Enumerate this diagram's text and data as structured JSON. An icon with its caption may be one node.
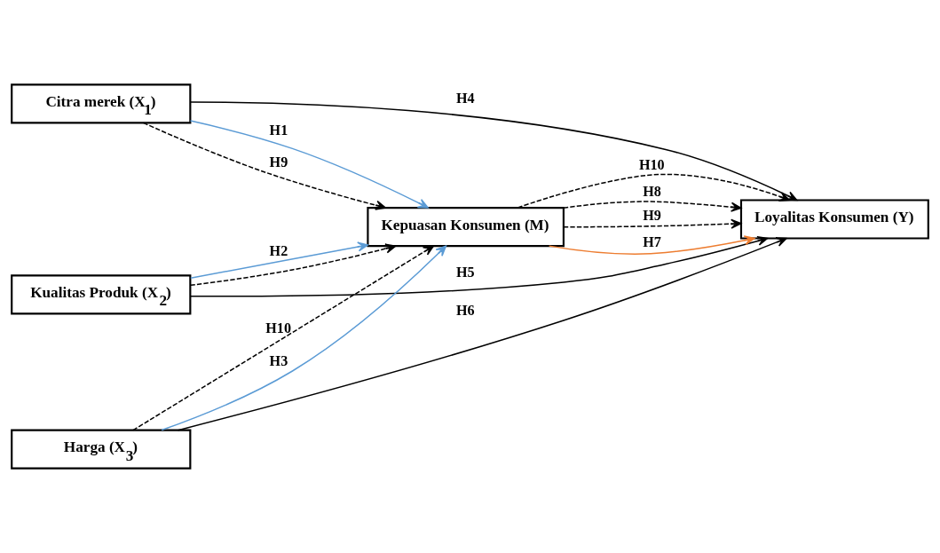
{
  "diagram": {
    "nodes": [
      {
        "text": [
          "Citra merek (X$_{1}$)"
        ]
      },
      {
        "text": [
          "Kualitas Produk (X$_{2}$)"
        ]
      },
      {
        "text": [
          "Harga (X$_{3}$)"
        ]
      },
      {
        "text": [
          "Kepuasan Konsumen (M)"
        ]
      },
      {
        "text": [
          "Loyalitas Konsumen (Y)"
        ]
      }
    ],
    "edges": [
      {
        "from": 0,
        "to": 3,
        "arrow": "to",
        "label": "H1",
        "color": "#5b9bd5"
      },
      {
        "from": 0,
        "to": 4,
        "arrow": "to",
        "label": "H4"
      },
      {
        "from": 0,
        "to": 3,
        "arrow": "to",
        "label": "H9",
        "style": "dashed"
      },
      {
        "from": 1,
        "to": 3,
        "arrow": "to",
        "style": "dashed"
      },
      {
        "from": 1,
        "to": 3,
        "arrow": "to",
        "label": "H2",
        "color": "#5b9bd5"
      },
      {
        "from": 2,
        "to": 3,
        "arrow": "to",
        "label": "H10",
        "style": "dashed"
      },
      {
        "from": 2,
        "to": 3,
        "arrow": "to",
        "label": "H3",
        "color": "#5b9bd5"
      },
      {
        "from": 2,
        "to": 4,
        "arrow": "to",
        "label": "H6"
      },
      {
        "from": 1,
        "to": 4,
        "arrow": "to",
        "label": "H5"
      },
      {
        "from": 3,
        "to": 4,
        "arrow": "to",
        "label": "H8",
        "style": "dashed"
      },
      {
        "from": 3,
        "to": 4,
        "arrow": "to",
        "label": "H9",
        "style": "dashed"
      },
      {
        "from": 3,
        "to": 4,
        "arrow": "to",
        "label": "H7",
        "color": "#ed7d31"
      },
      {
        "from": 3,
        "to": 4,
        "arrow": "to",
        "label": "H10",
        "style": "dashed"
      }
    ]
  }
}
